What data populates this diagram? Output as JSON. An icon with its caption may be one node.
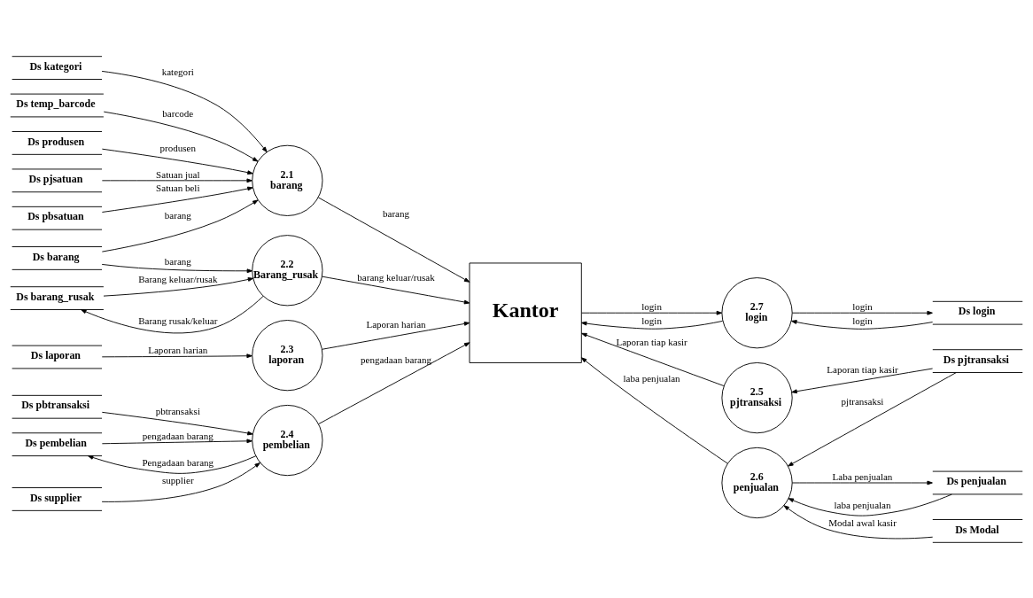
{
  "diagram": {
    "nodes": [
      {
        "text": [
          "Ds kategori"
        ]
      },
      {
        "text": [
          "Ds temp_barcode"
        ]
      },
      {
        "text": [
          "Ds produsen"
        ]
      },
      {
        "text": [
          "Ds pjsatuan"
        ]
      },
      {
        "text": [
          "Ds pbsatuan"
        ]
      },
      {
        "text": [
          "Ds barang"
        ]
      },
      {
        "text": [
          "2.1",
          "barang"
        ]
      },
      {
        "text": [
          "Ds barang_rusak"
        ]
      },
      {
        "text": [
          "2.2",
          "Barang_rusak"
        ]
      },
      {
        "text": [
          "Ds laporan"
        ]
      },
      {
        "text": [
          "2.3",
          "laporan"
        ]
      },
      {
        "text": [
          "Ds pbtransaksi"
        ]
      },
      {
        "text": [
          "Ds pembelian"
        ]
      },
      {
        "text": [
          "2.4",
          "pembelian"
        ]
      },
      {
        "text": [
          "Ds supplier"
        ]
      },
      {
        "text": [
          "Kantor"
        ]
      },
      {
        "text": [
          "2.5",
          "pjtransaksi"
        ]
      },
      {
        "text": [
          "Ds pjtransaksi"
        ]
      },
      {
        "text": [
          "2.6",
          "penjualan"
        ]
      },
      {
        "text": [
          "Ds penjualan"
        ]
      },
      {
        "text": [
          "Ds Modal"
        ]
      },
      {
        "text": [
          "2.7",
          "login"
        ]
      },
      {
        "text": [
          "Ds login"
        ]
      }
    ],
    "edges": [
      {
        "from": 0,
        "to": 6,
        "arrow": "to",
        "label": "kategori"
      },
      {
        "from": 1,
        "to": 6,
        "arrow": "to",
        "label": "barcode"
      },
      {
        "from": 2,
        "to": 6,
        "arrow": "to",
        "label": "produsen"
      },
      {
        "from": 3,
        "to": 6,
        "arrow": "to",
        "label": "Satuan jual"
      },
      {
        "from": 4,
        "to": 6,
        "arrow": "to",
        "label": "Satuan beli"
      },
      {
        "from": 5,
        "to": 6,
        "arrow": "to",
        "label": "barang"
      },
      {
        "from": 6,
        "to": 15,
        "arrow": "to",
        "label": "barang"
      },
      {
        "from": 5,
        "to": 8,
        "arrow": "to",
        "label": "barang"
      },
      {
        "from": 8,
        "to": 7,
        "arrow": "to",
        "label": "Barang rusak/keluar"
      },
      {
        "from": 7,
        "to": 8,
        "arrow": "to",
        "label": "Barang keluar/rusak"
      },
      {
        "from": 8,
        "to": 15,
        "arrow": "to",
        "label": "barang keluar/rusak"
      },
      {
        "from": 9,
        "to": 10,
        "arrow": "to",
        "label": "Laporan harian"
      },
      {
        "from": 10,
        "to": 15,
        "arrow": "to",
        "label": "Laporan harian"
      },
      {
        "from": 11,
        "to": 13,
        "arrow": "to",
        "label": "pbtransaksi"
      },
      {
        "from": 13,
        "to": 12,
        "arrow": "to",
        "label": "Pengadaan barang"
      },
      {
        "from": 12,
        "to": 13,
        "arrow": "to",
        "label": "pengadaan barang"
      },
      {
        "from": 13,
        "to": 15,
        "arrow": "to",
        "label": "pengadaan barang"
      },
      {
        "from": 14,
        "to": 13,
        "arrow": "to",
        "label": "supplier"
      },
      {
        "from": 16,
        "to": 15,
        "arrow": "to",
        "label": "Laporan tiap kasir"
      },
      {
        "from": 17,
        "to": 16,
        "arrow": "to",
        "label": "Laporan tiap kasir"
      },
      {
        "from": 17,
        "to": 18,
        "arrow": "to",
        "label": "pjtransaksi"
      },
      {
        "from": 18,
        "to": 15,
        "arrow": "to",
        "label": "laba penjualan"
      },
      {
        "from": 19,
        "to": 18,
        "arrow": "to",
        "label": "laba penjualan"
      },
      {
        "from": 18,
        "to": 19,
        "arrow": "to",
        "label": "Laba penjualan"
      },
      {
        "from": 20,
        "to": 18,
        "arrow": "to",
        "label": "Modal awal kasir"
      },
      {
        "from": 15,
        "to": 21,
        "arrow": "to",
        "label": "login"
      },
      {
        "from": 21,
        "to": 15,
        "arrow": "to",
        "label": "login"
      },
      {
        "from": 21,
        "to": 22,
        "arrow": "to",
        "label": "login"
      },
      {
        "from": 22,
        "to": 21,
        "arrow": "to",
        "label": "login"
      }
    ]
  }
}
